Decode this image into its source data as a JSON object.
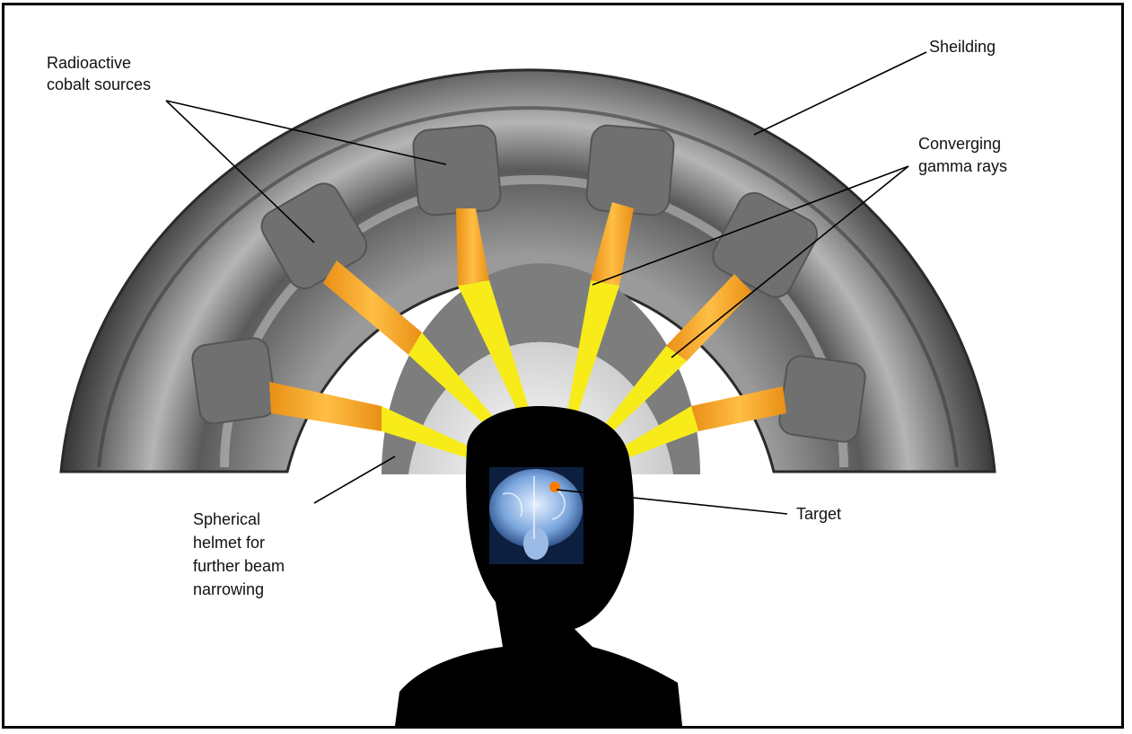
{
  "labels": {
    "cobalt_line1": "Radioactive",
    "cobalt_line2": "cobalt sources",
    "shielding": "Sheilding",
    "gamma_line1": "Converging",
    "gamma_line2": "gamma rays",
    "helmet_line1": "Spherical",
    "helmet_line2": "helmet for",
    "helmet_line3": "further beam",
    "helmet_line4": "narrowing",
    "target": "Target"
  },
  "colors": {
    "shield_dark": "#3a3a3a",
    "shield_mid": "#8a8a8a",
    "source_block": "#6e6e6e",
    "beam_orange": "#f5a623",
    "beam_yellow": "#f7ec1a",
    "helmet_outer": "#7d7d7d",
    "helmet_inner": "#cfcfcf",
    "head": "#000000",
    "brain": "#8fb7e6",
    "target": "#ff7a00"
  }
}
